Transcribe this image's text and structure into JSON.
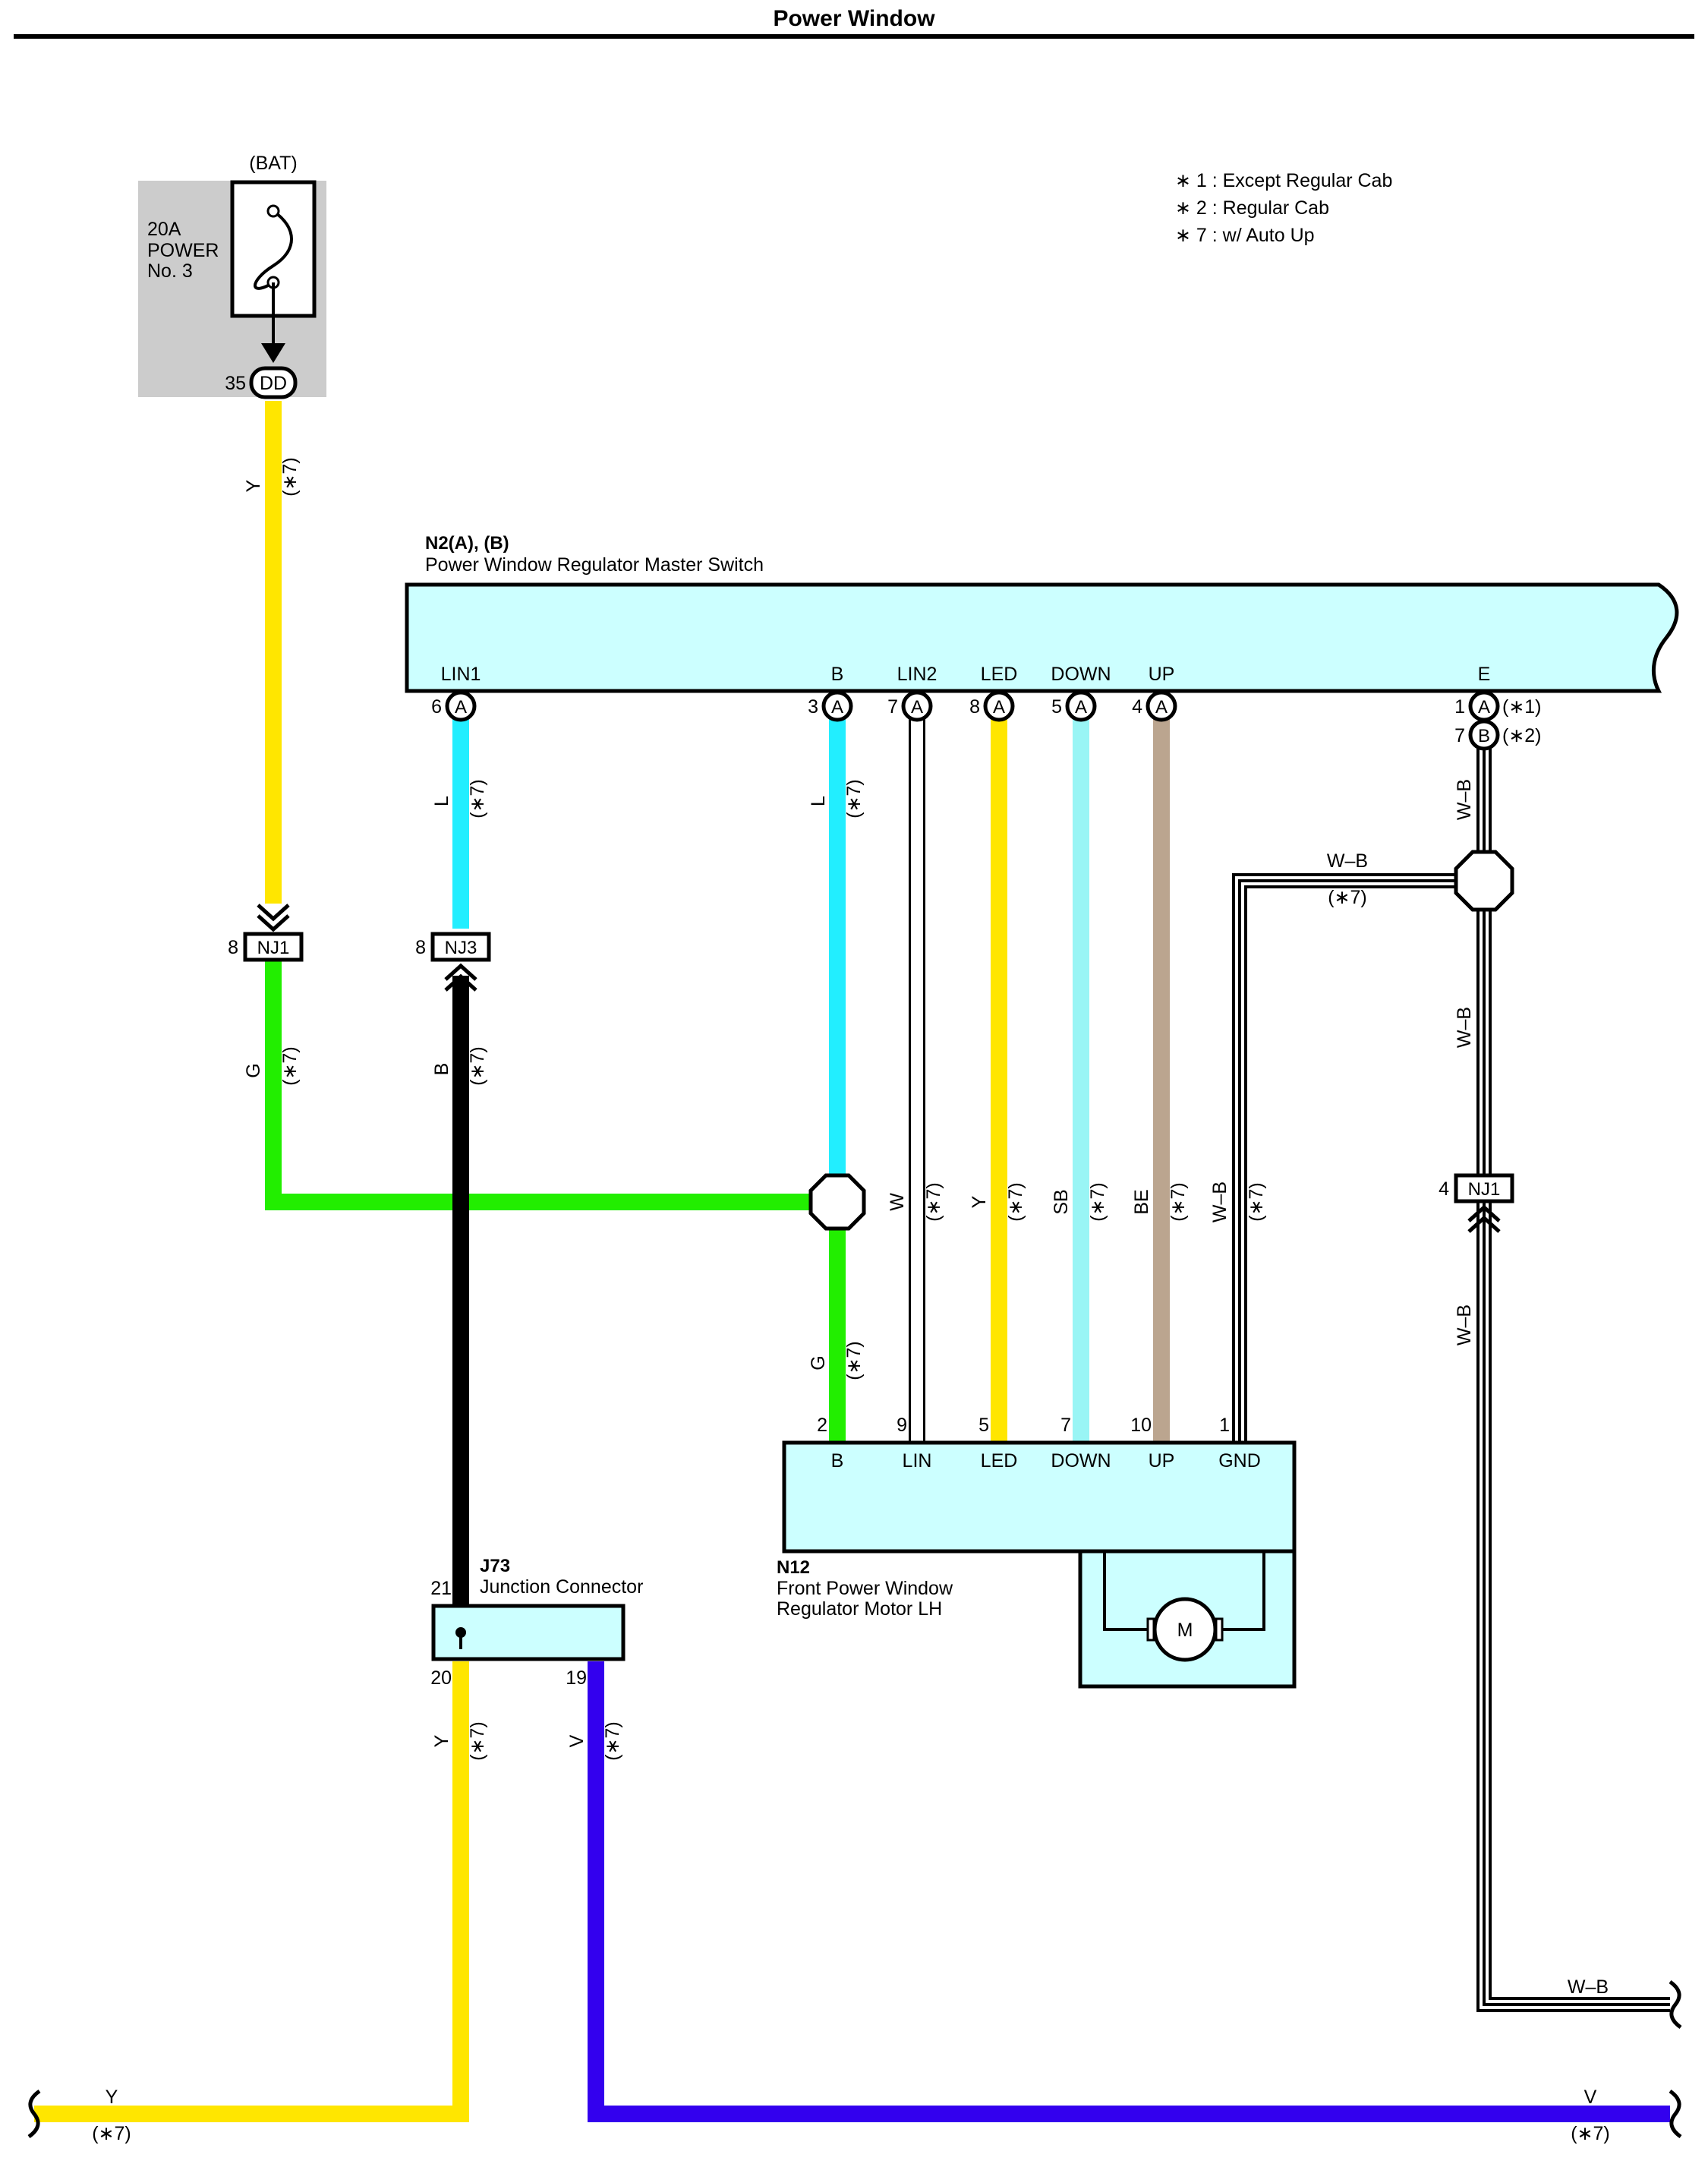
{
  "page": {
    "title": "Power Window"
  },
  "notes": [
    "∗ 1 : Except Regular Cab",
    "∗ 2 : Regular Cab",
    "∗ 7 : w/ Auto Up"
  ],
  "fuse": {
    "source": "(BAT)",
    "line1": "20A",
    "line2": "POWER",
    "line3": "No. 3",
    "pin": "35",
    "connector": "DD"
  },
  "master_switch": {
    "code": "N2(A), (B)",
    "name": "Power Window Regulator Master Switch",
    "pins": {
      "lin1": {
        "label": "LIN1",
        "num": "6",
        "conn": "A"
      },
      "b": {
        "label": "B",
        "num": "3",
        "conn": "A"
      },
      "lin2": {
        "label": "LIN2",
        "num": "7",
        "conn": "A"
      },
      "led": {
        "label": "LED",
        "num": "8",
        "conn": "A"
      },
      "down": {
        "label": "DOWN",
        "num": "5",
        "conn": "A"
      },
      "up": {
        "label": "UP",
        "num": "4",
        "conn": "A"
      },
      "e": {
        "label": "E",
        "num": "1",
        "conn": "A",
        "note": "(∗1)",
        "num2": "7",
        "conn2": "B",
        "note2": "(∗2)"
      }
    }
  },
  "motor": {
    "code": "N12",
    "name_line1": "Front Power Window",
    "name_line2": "Regulator Motor LH",
    "symbol": "M",
    "pins": {
      "b": {
        "label": "B",
        "num": "2"
      },
      "lin": {
        "label": "LIN",
        "num": "9"
      },
      "led": {
        "label": "LED",
        "num": "5"
      },
      "down": {
        "label": "DOWN",
        "num": "7"
      },
      "up": {
        "label": "UP",
        "num": "10"
      },
      "gnd": {
        "label": "GND",
        "num": "1"
      }
    }
  },
  "junction": {
    "code": "J73",
    "name": "Junction Connector",
    "pin_top": "21",
    "pin_left": "20",
    "pin_right": "19"
  },
  "connectors": {
    "nj1_top": {
      "label": "NJ1",
      "pin": "8"
    },
    "nj3": {
      "label": "NJ3",
      "pin": "8"
    },
    "nj1_right": {
      "label": "NJ1",
      "pin": "4"
    }
  },
  "wires": {
    "note": "(∗7)",
    "y": "Y",
    "g": "G",
    "l": "L",
    "b": "B",
    "w": "W",
    "sb": "SB",
    "be": "BE",
    "wb": "W–B",
    "v": "V"
  },
  "colors": {
    "yellow": "#FFE600",
    "green": "#22EE00",
    "cyan": "#22EEFF",
    "light_cyan": "#99F5F5",
    "beige": "#BBA58F",
    "black": "#000000",
    "violet": "#3300EE",
    "component_fill": "#CCFFFF",
    "fuse_box": "#CCCCCC"
  }
}
